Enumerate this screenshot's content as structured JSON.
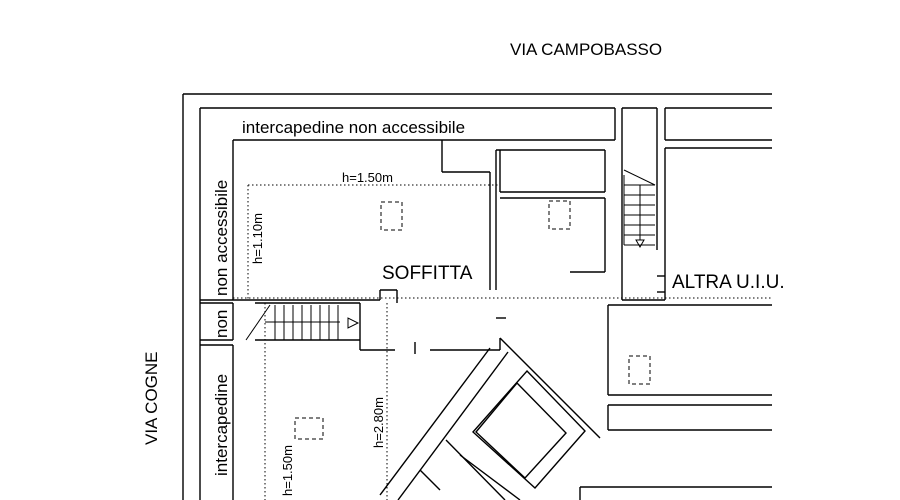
{
  "labels": {
    "street_top": "VIA CAMPOBASSO",
    "street_left": "VIA COGNE",
    "gap_top": "intercapedine non accessibile",
    "gap_left_upper_1": "non accessibile",
    "gap_left_upper_2": "non",
    "gap_left_lower": "intercapedine",
    "room_attic": "SOFFITTA",
    "other_unit": "ALTRA U.I.U.",
    "height_150_top": "h=1.50m",
    "height_110": "h=1.10m",
    "height_280": "h=2.80m",
    "height_150_bottom": "h=1.50m"
  }
}
